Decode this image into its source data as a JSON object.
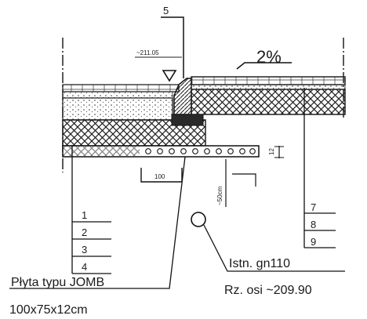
{
  "drawing": {
    "callout_top": "5",
    "elevation_top": "~211.05",
    "slope": "2%",
    "dim_width": "100",
    "dim_depth": "~50cm",
    "dim_slab": "12",
    "layers_left": [
      "1",
      "2",
      "3",
      "4"
    ],
    "layers_right": [
      "7",
      "8",
      "9"
    ],
    "slab_label": "Płyta typu JOMB",
    "slab_size": "100x75x12cm",
    "pipe_label": "Istn. gn110",
    "pipe_elevation": "Rz. osi ~209.90"
  }
}
